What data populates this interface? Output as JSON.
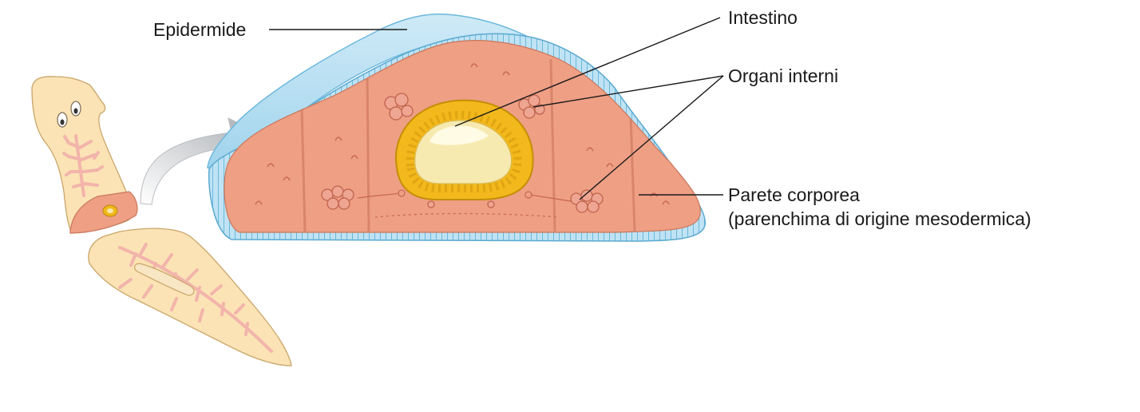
{
  "labels": {
    "epidermide": "Epidermide",
    "intestino": "Intestino",
    "organi_interni": "Organi interni",
    "parete_line1": "Parete corporea",
    "parete_line2": "(parenchima di origine mesodermica)"
  },
  "colors": {
    "epidermis": "#a9d9ef",
    "epidermis_dark": "#6cb8dc",
    "parenchyma": "#ee9f84",
    "intestine_wall": "#f2b81c",
    "intestine_lumen": "#f7eab0",
    "flatworm_body": "#fbe3b5",
    "gut_branches": "#f2b4ab",
    "arrow": "#c9ccd0"
  }
}
